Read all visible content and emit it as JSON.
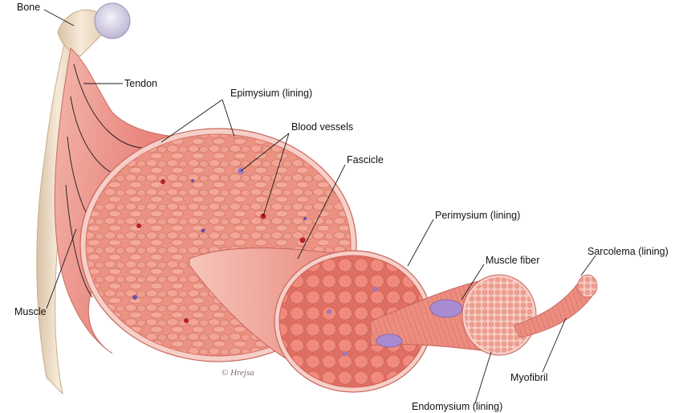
{
  "labels": {
    "bone": "Bone",
    "tendon": "Tendon",
    "epimysium": "Epimysium (lining)",
    "blood_vessels": "Blood vessels",
    "fascicle": "Fascicle",
    "perimysium": "Perimysium (lining)",
    "muscle_fiber": "Muscle fiber",
    "sarcolema": "Sarcolema (lining)",
    "muscle": "Muscle",
    "myofibril": "Myofibril",
    "endomysium": "Endomysium (lining)"
  },
  "signature": "© Hrejsa",
  "colors": {
    "muscle": "#e8857c",
    "muscle_light": "#f4b2a9",
    "muscle_dark": "#c85a52",
    "cross_section": "#ef9a8c",
    "lining": "#f6cfc8",
    "bone": "#efdcc4",
    "bone_head": "#e4e0ef",
    "vessel_purple": "#9a7ac0",
    "vessel_red": "#b8202a",
    "text": "#111111"
  }
}
